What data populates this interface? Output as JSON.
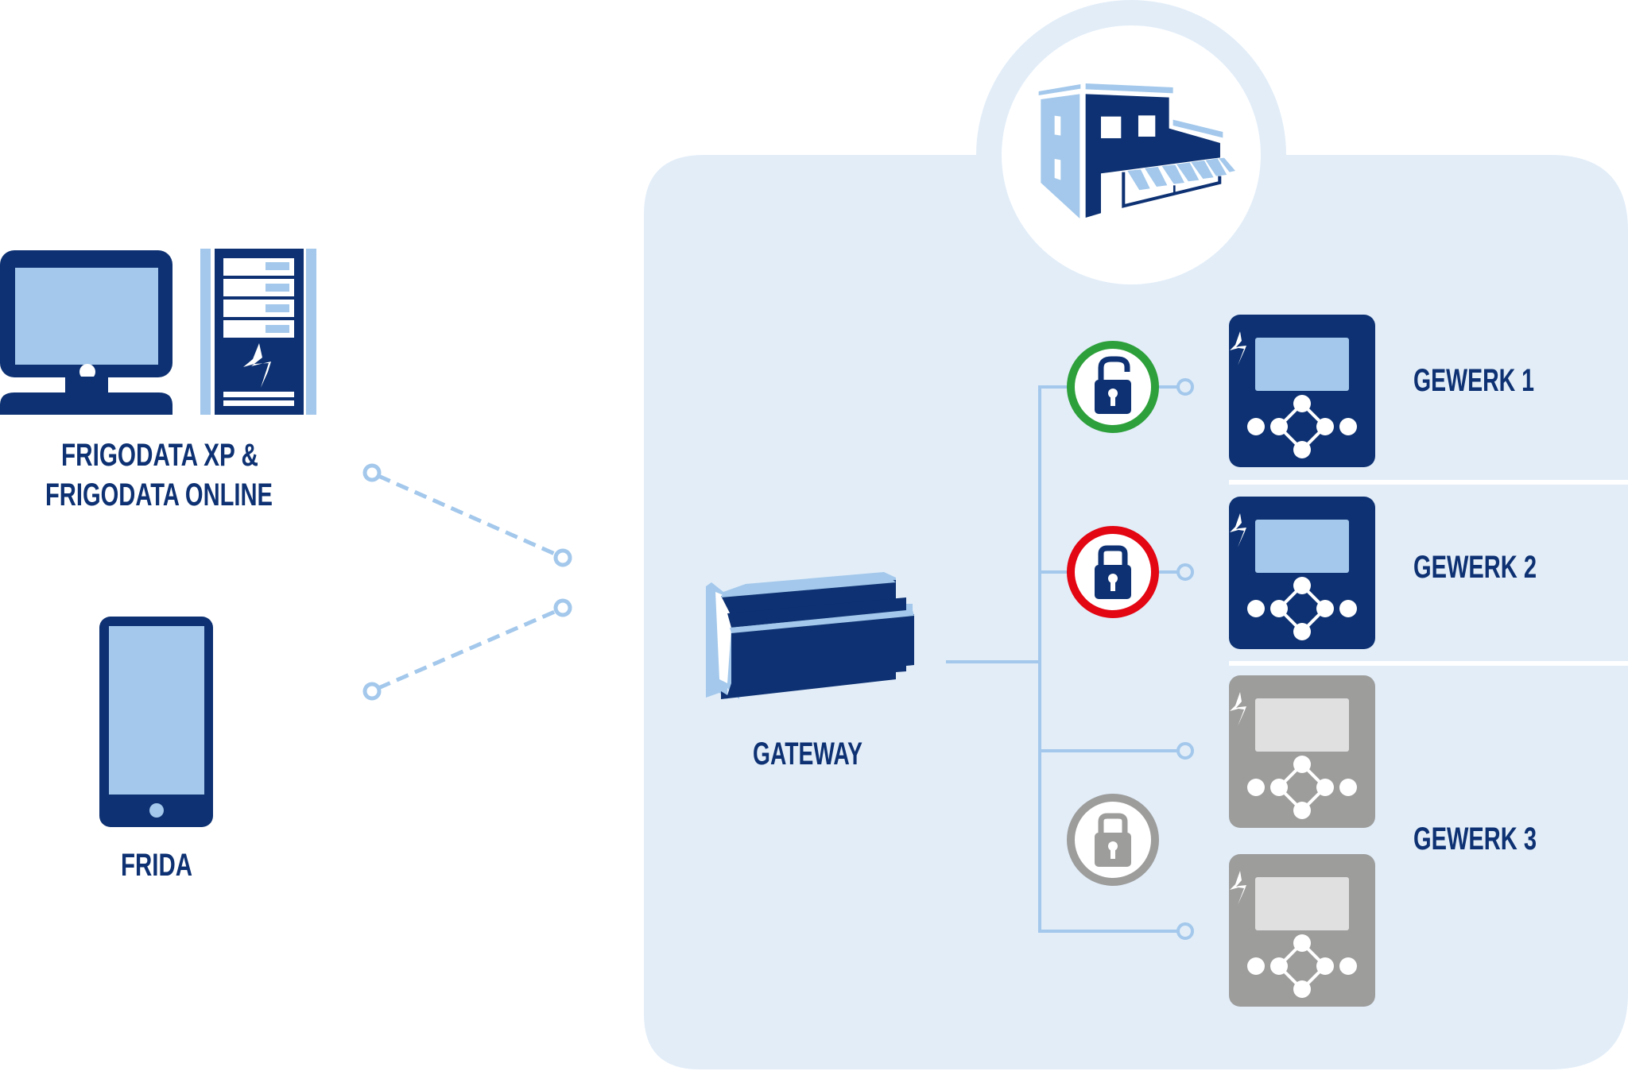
{
  "colors": {
    "navy": "#0d3172",
    "light_blue": "#a3c8eb",
    "panel_bg": "#e2edf8",
    "white": "#ffffff",
    "gray": "#9d9d9c",
    "gray_screen": "#e0e0e0",
    "lock_green": "#2ea03b",
    "lock_red": "#e30613",
    "lock_gray": "#9d9d9c"
  },
  "clients": [
    {
      "id": "frigodata",
      "icon": "desktop-and-server-icon",
      "label_lines": [
        "FRIGODATA XP &",
        "FRIGODATA ONLINE"
      ]
    },
    {
      "id": "frida",
      "icon": "smartphone-icon",
      "label_lines": [
        "FRIDA"
      ]
    }
  ],
  "site": {
    "icon": "building-icon"
  },
  "gateway": {
    "label": "GATEWAY",
    "icon": "gateway-device-icon"
  },
  "groups": [
    {
      "label": "GEWERK 1",
      "lock": "unlocked",
      "lock_color": "green",
      "controllers": 1,
      "controller_state": "active"
    },
    {
      "label": "GEWERK 2",
      "lock": "locked",
      "lock_color": "red",
      "controllers": 1,
      "controller_state": "active"
    },
    {
      "label": "GEWERK 3",
      "lock": "locked",
      "lock_color": "gray",
      "controllers": 2,
      "controller_state": "inactive"
    }
  ]
}
